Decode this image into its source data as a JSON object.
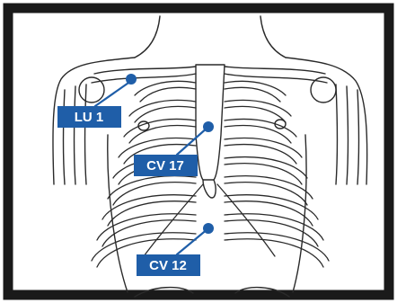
{
  "colors": {
    "frame": "#1a1a1a",
    "line": "#2a2a2a",
    "marker": "#1f5ea8",
    "label_bg": "#1f5ea8",
    "label_text": "#ffffff"
  },
  "points": [
    {
      "id": "lu1",
      "label": "LU 1"
    },
    {
      "id": "cv17",
      "label": "CV 17"
    },
    {
      "id": "cv12",
      "label": "CV 12"
    }
  ]
}
